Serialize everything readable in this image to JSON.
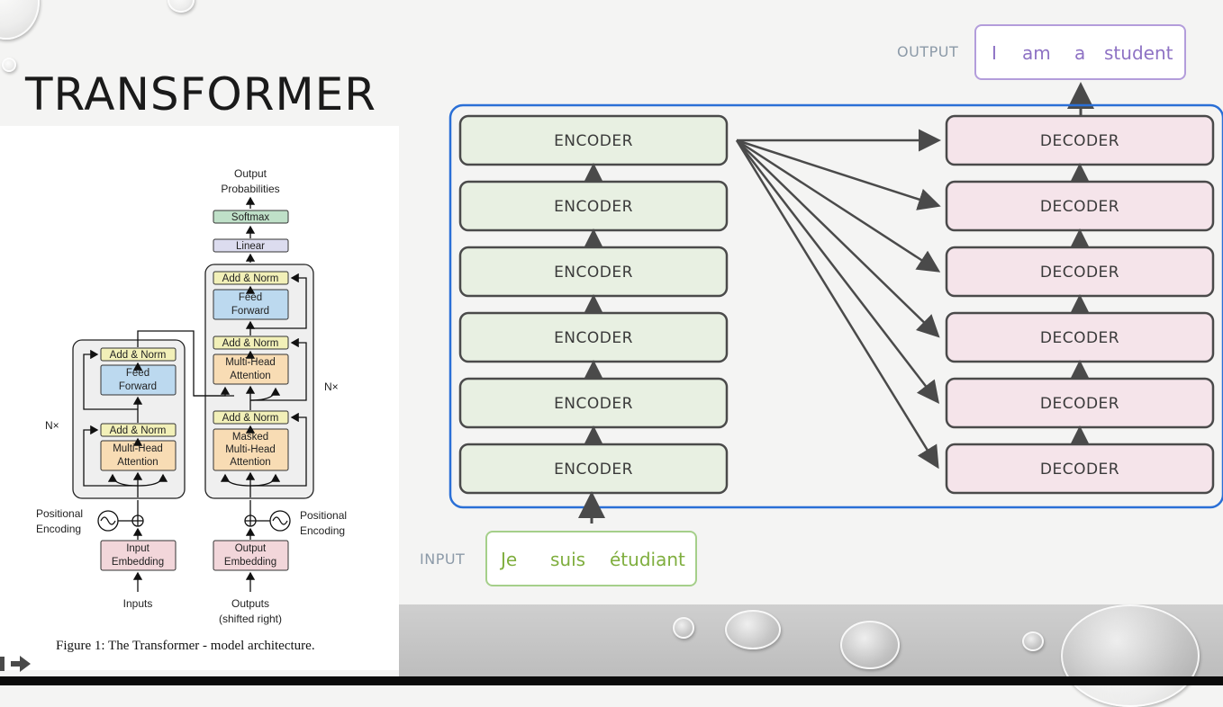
{
  "slide": {
    "title": "TRANSFORMER"
  },
  "paper_figure": {
    "output_probabilities_line1": "Output",
    "output_probabilities_line2": "Probabilities",
    "softmax": "Softmax",
    "linear": "Linear",
    "add_norm": "Add & Norm",
    "feed_line1": "Feed",
    "feed_line2": "Forward",
    "mha_line1": "Multi-Head",
    "mha_line2": "Attention",
    "masked_line1": "Masked",
    "masked_line2": "Multi-Head",
    "masked_line3": "Attention",
    "nx": "N×",
    "pos_enc_line1": "Positional",
    "pos_enc_line2": "Encoding",
    "input_emb_line1": "Input",
    "input_emb_line2": "Embedding",
    "output_emb_line1": "Output",
    "output_emb_line2": "Embedding",
    "inputs": "Inputs",
    "outputs_line1": "Outputs",
    "outputs_line2": "(shifted right)",
    "caption": "Figure 1: The Transformer - model architecture."
  },
  "stack_diagram": {
    "encoder_label": "ENCODER",
    "decoder_label": "DECODER",
    "encoder_count": 6,
    "decoder_count": 6,
    "output_label": "OUTPUT",
    "output_words": [
      "I",
      "am",
      "a",
      "student"
    ],
    "input_label": "INPUT",
    "input_words": [
      "Je",
      "suis",
      "étudiant"
    ],
    "colors": {
      "encoder_fill": "#e8f0e2",
      "decoder_fill": "#f5e4ea",
      "frame_blue": "#2a6fd6",
      "output_purple": "#b39ddb",
      "input_green": "#a5cf8a"
    }
  }
}
